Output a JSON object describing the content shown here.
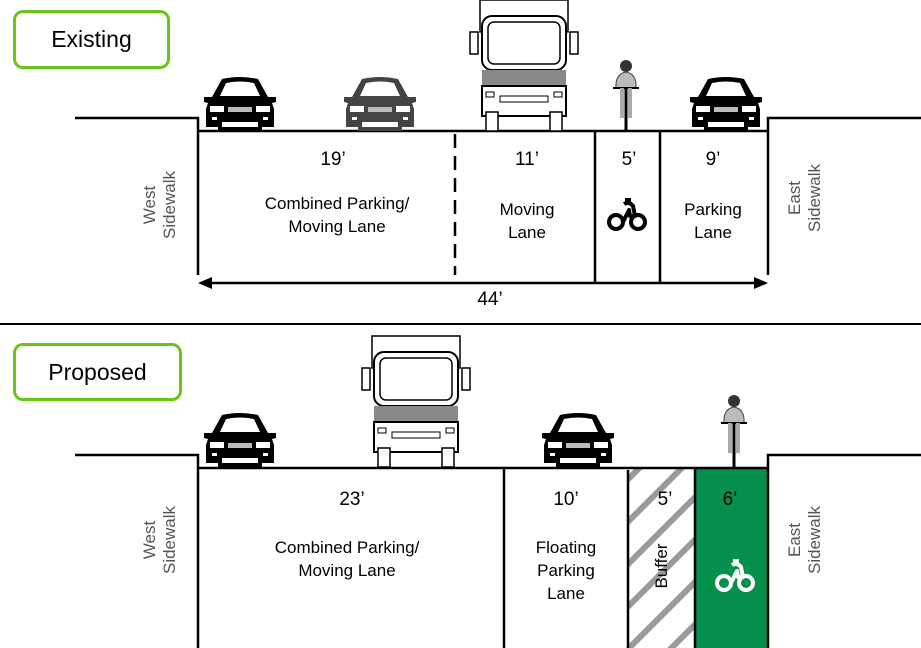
{
  "existing": {
    "title": "Existing",
    "west_sidewalk": [
      "West",
      "Sidewalk"
    ],
    "east_sidewalk": [
      "East",
      "Sidewalk"
    ],
    "lanes": [
      {
        "width": "19’",
        "label": [
          "Combined Parking/",
          "Moving Lane"
        ]
      },
      {
        "width": "11’",
        "label": [
          "Moving",
          "Lane"
        ]
      },
      {
        "width": "5’",
        "icon": "bike-lane-icon"
      },
      {
        "width": "9’",
        "label": [
          "Parking",
          "Lane"
        ]
      }
    ],
    "total_width": "44’"
  },
  "proposed": {
    "title": "Proposed",
    "west_sidewalk": [
      "West",
      "Sidewalk"
    ],
    "east_sidewalk": [
      "East",
      "Sidewalk"
    ],
    "lanes": [
      {
        "width": "23’",
        "label": [
          "Combined Parking/",
          "Moving Lane"
        ]
      },
      {
        "width": "10’",
        "label": [
          "Floating",
          "Parking",
          "Lane"
        ]
      },
      {
        "width": "5’",
        "label": [
          "Buffer"
        ]
      },
      {
        "width": "6’",
        "icon": "bike-lane-icon"
      }
    ]
  },
  "colors": {
    "label_border": "#6cc417",
    "bike_lane": "#068f4d",
    "hatch": "#9a9a9a"
  }
}
